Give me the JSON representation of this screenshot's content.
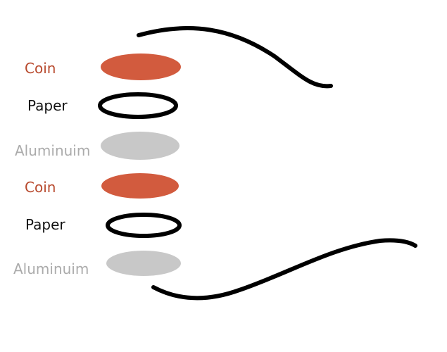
{
  "stack": [
    {
      "label": "Coin",
      "material": "coin"
    },
    {
      "label": "Paper",
      "material": "paper"
    },
    {
      "label": "Aluminuim",
      "material": "aluminium"
    },
    {
      "label": "Coin",
      "material": "coin"
    },
    {
      "label": "Paper",
      "material": "paper"
    },
    {
      "label": "Aluminuim",
      "material": "aluminium"
    }
  ],
  "colors": {
    "coin": "#D25B3E",
    "coin_label": "#B84A2E",
    "paper_stroke": "#000000",
    "paper_label": "#111111",
    "aluminium": "#C8C8C8",
    "aluminium_label": "#ABABAB",
    "wire": "#000000"
  }
}
